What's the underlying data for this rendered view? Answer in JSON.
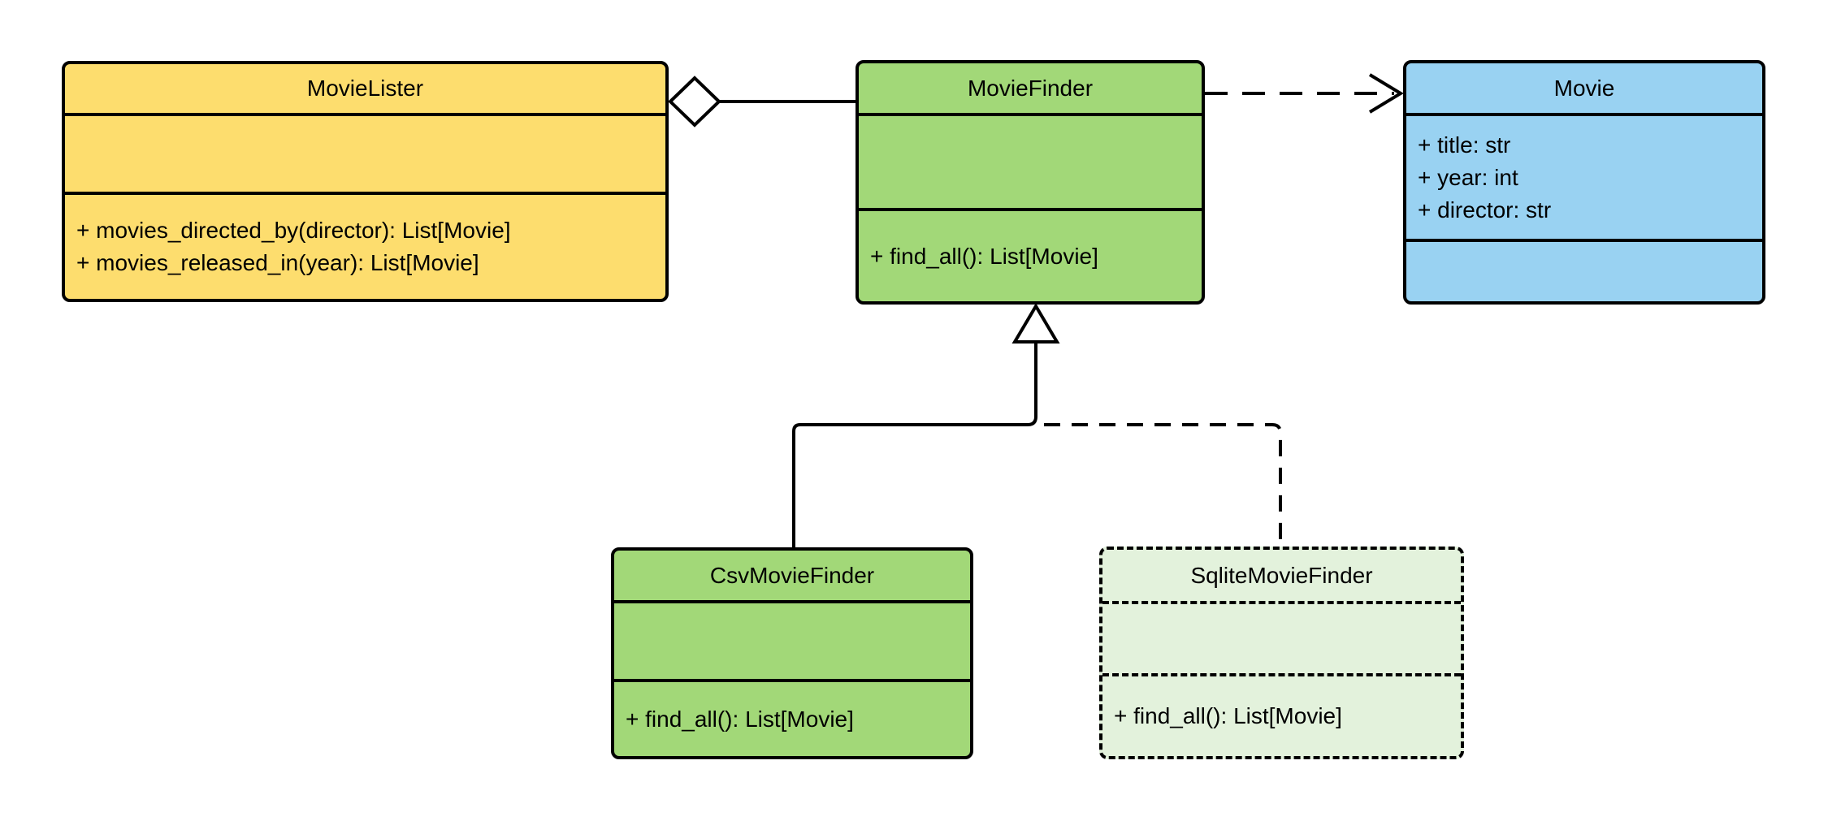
{
  "colors": {
    "yellow": "#FDDD6E",
    "green": "#A2D878",
    "blue": "#99D2F2",
    "lightgreen": "#E3F2DC",
    "stroke": "#000000"
  },
  "classes": {
    "movie_lister": {
      "title": "MovieLister",
      "attributes": [],
      "methods": [
        "+ movies_directed_by(director): List[Movie]",
        "+ movies_released_in(year): List[Movie]"
      ]
    },
    "movie_finder": {
      "title": "MovieFinder",
      "attributes": [],
      "methods": [
        "+ find_all(): List[Movie]"
      ]
    },
    "movie": {
      "title": "Movie",
      "attributes": [
        "+ title: str",
        "+ year: int",
        "+ director: str"
      ],
      "methods": []
    },
    "csv_movie_finder": {
      "title": "CsvMovieFinder",
      "attributes": [],
      "methods": [
        "+ find_all(): List[Movie]"
      ]
    },
    "sqlite_movie_finder": {
      "title": "SqliteMovieFinder",
      "attributes": [],
      "methods": [
        "+ find_all(): List[Movie]"
      ]
    }
  },
  "relationships": [
    {
      "from": "MovieLister",
      "to": "MovieFinder",
      "type": "aggregation",
      "line": "solid",
      "marker": "hollow-diamond-at-MovieLister"
    },
    {
      "from": "MovieFinder",
      "to": "Movie",
      "type": "dependency",
      "line": "dashed",
      "marker": "open-arrow-at-Movie"
    },
    {
      "from": "CsvMovieFinder",
      "to": "MovieFinder",
      "type": "inheritance",
      "line": "solid",
      "marker": "hollow-triangle-at-MovieFinder"
    },
    {
      "from": "SqliteMovieFinder",
      "to": "MovieFinder",
      "type": "inheritance",
      "line": "dashed",
      "marker": "hollow-triangle-at-MovieFinder"
    }
  ]
}
